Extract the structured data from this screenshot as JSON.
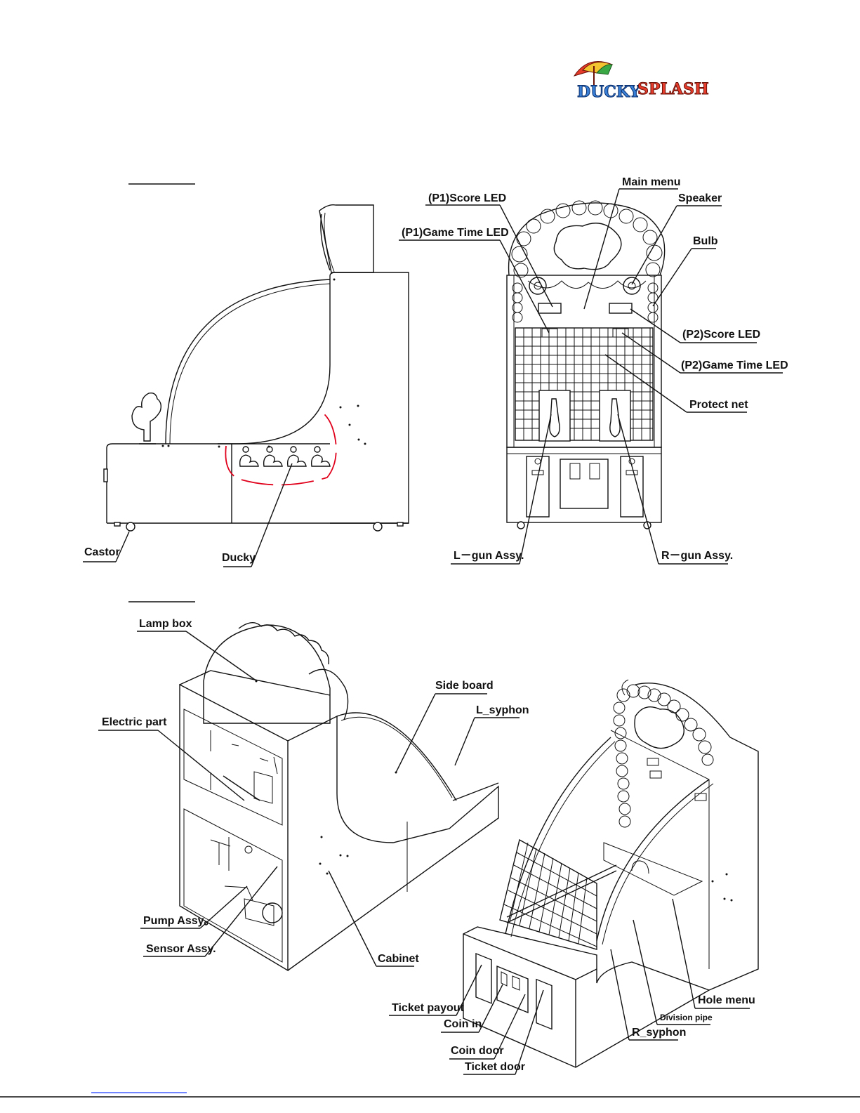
{
  "logo": {
    "text_part1": "DUCKY",
    "text_part2": "SPLASH",
    "colors": {
      "ducky": "#3a7fd6",
      "splash": "#e53b2a",
      "umbrella": [
        "#e53b2a",
        "#f4c430",
        "#3aa845"
      ]
    }
  },
  "labels": {
    "castor": "Castor",
    "ducky": "Ducky",
    "main_menu": "Main menu",
    "p1_score_led": "(P1)Score LED",
    "p1_game_time_led": "(P1)Game Time LED",
    "speaker": "Speaker",
    "bulb": "Bulb",
    "p2_score_led": "(P2)Score LED",
    "p2_game_time_led": "(P2)Game Time LED",
    "protect_net": "Protect net",
    "l_gun_assy": "L－gun Assy.",
    "r_gun_assy": "R－gun Assy.",
    "lamp_box": "Lamp box",
    "electric_part": "Electric part",
    "side_board": "Side board",
    "l_syphon": "L_syphon",
    "pump_assy": "Pump Assy。",
    "sensor_assy": "Sensor Assy.",
    "cabinet": "Cabinet",
    "ticket_payout": "Ticket payout",
    "coin_in": "Coin in",
    "coin_door": "Coin door",
    "ticket_door": "Ticket door",
    "hole_menu": "Hole menu",
    "division_pipe": "Division pipe",
    "r_syphon": "R_syphon"
  },
  "colors": {
    "line": "#111111",
    "accent": "#e0001b",
    "link": "#1a3cff"
  }
}
